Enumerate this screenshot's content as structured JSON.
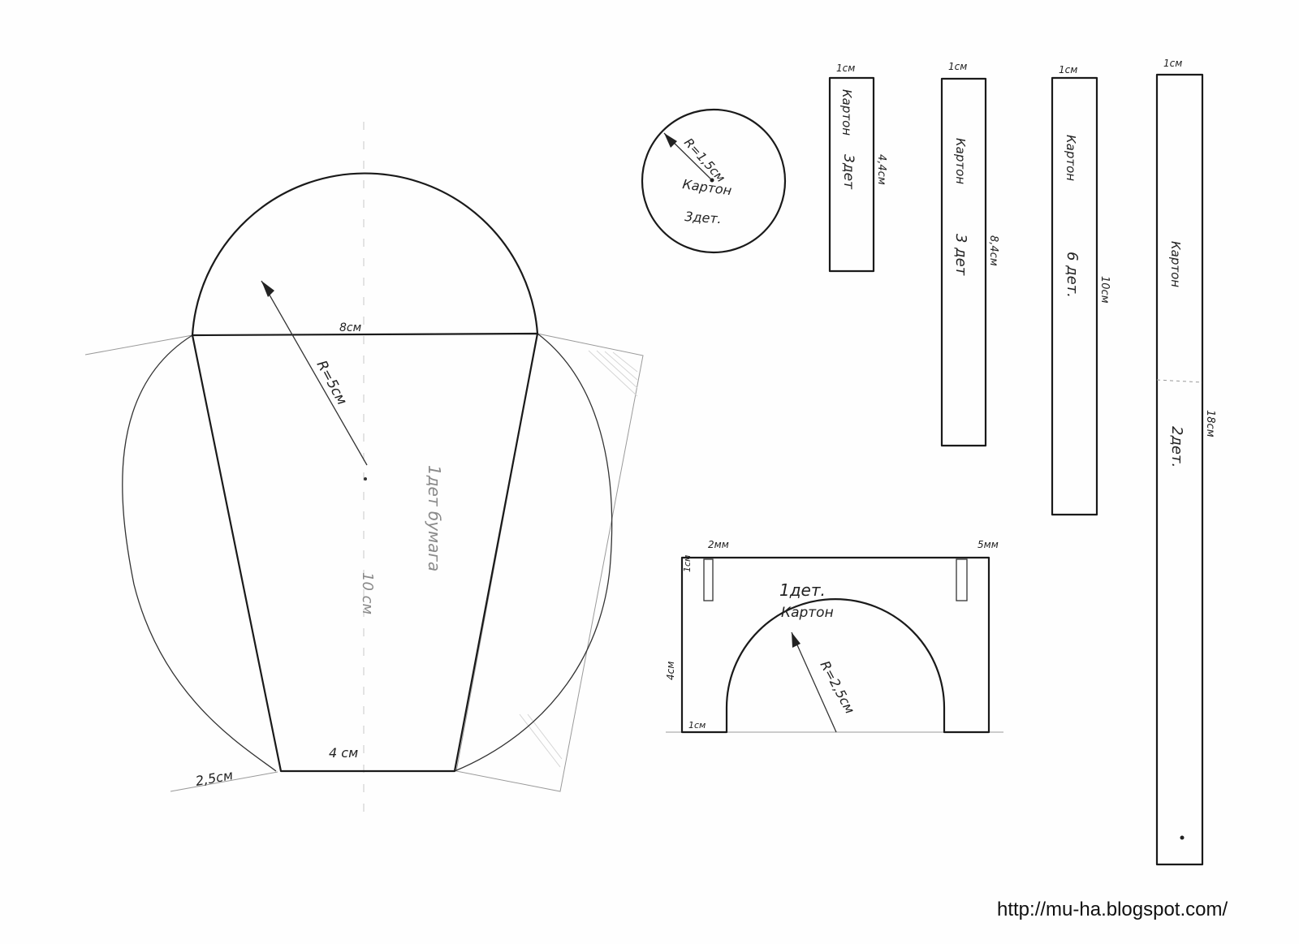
{
  "cone_piece": {
    "top_width": "8см",
    "bottom_width": "4 см",
    "height": "10 см",
    "radius": "R=5см",
    "flap": "2,5см",
    "note": "1дет бумага"
  },
  "circle_piece": {
    "radius": "R=1,5см",
    "material": "Картон",
    "count": "3дет."
  },
  "strips": [
    {
      "width": "1см",
      "length": "4,4см",
      "material": "Картон",
      "count": "3дет"
    },
    {
      "width": "1см",
      "length": "8,4см",
      "material": "Картон",
      "count": "3 дет"
    },
    {
      "width": "1см",
      "length": "10см",
      "material": "Картон",
      "count": "6 дет."
    },
    {
      "width": "1см",
      "length": "18см",
      "material": "Картон",
      "count": "2дет."
    }
  ],
  "arch_piece": {
    "slot_left": "2мм",
    "slot_right": "5мм",
    "slot_height": "1см",
    "height": "4см",
    "foot": "1см",
    "radius": "R=2,5см",
    "count": "1дет.",
    "material": "Картон"
  },
  "footer": {
    "url": "http://mu-ha.blogspot.com/"
  }
}
